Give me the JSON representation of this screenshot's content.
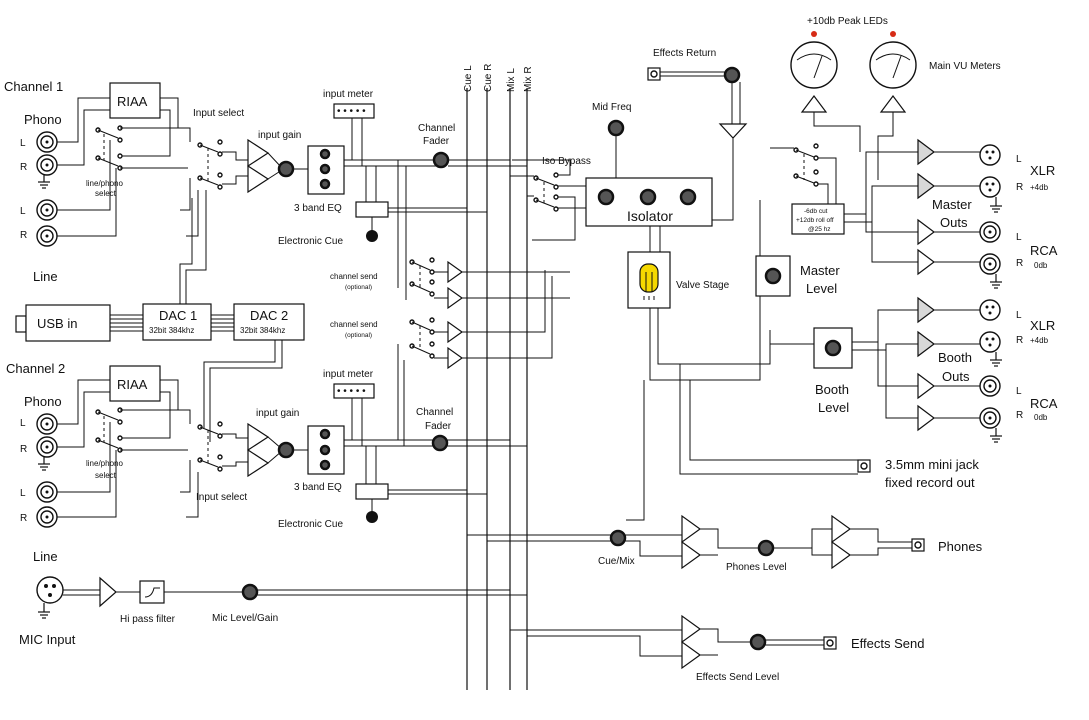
{
  "channel1": {
    "title": "Channel 1",
    "phono": "Phono",
    "left": "L",
    "right": "R",
    "line": "Line",
    "riaa": "RIAA",
    "line_phono_select_1": "line/phono",
    "line_phono_select_2": "select",
    "input_select": "Input select",
    "input_gain": "input gain",
    "input_meter": "input meter",
    "eq": "3 band EQ",
    "electronic_cue": "Electronic Cue",
    "fader_1": "Channel",
    "fader_2": "Fader",
    "send_1": "channel send",
    "send_2": "(optional)"
  },
  "channel2": {
    "title": "Channel 2",
    "phono": "Phono",
    "left": "L",
    "right": "R",
    "line": "Line",
    "riaa": "RIAA",
    "line_phono_select_1": "line/phono",
    "line_phono_select_2": "select",
    "input_select": "Input select",
    "input_gain": "input gain",
    "input_meter": "input meter",
    "eq": "3 band EQ",
    "electronic_cue": "Electronic Cue",
    "fader_1": "Channel",
    "fader_2": "Fader",
    "send_1": "channel send",
    "send_2": "(optional)"
  },
  "digital": {
    "usb": "USB in",
    "dac1": "DAC 1",
    "dac1_spec": "32bit 384khz",
    "dac2": "DAC 2",
    "dac2_spec": "32bit 384khz"
  },
  "buses": [
    "Cue L",
    "Cue R",
    "Mix L",
    "Mix R"
  ],
  "effects_return": "Effects Return",
  "mid_freq": "Mid Freq",
  "iso_bypass": "Iso Bypass",
  "isolator": "Isolator",
  "valve_stage": "Valve Stage",
  "master": {
    "level_1": "Master",
    "level_2": "Level",
    "peak_leds": "+10db Peak LEDs",
    "vu_meters": "Main VU Meters",
    "outs_1": "Master",
    "outs_2": "Outs",
    "switch_1": "-6db cut",
    "switch_2": "+12db roll off",
    "switch_3": "@25 hz",
    "xlr": "XLR",
    "xlr_level": "+4db",
    "rca": "RCA",
    "rca_level": "0db",
    "left": "L",
    "right": "R"
  },
  "booth": {
    "level_1": "Booth",
    "level_2": "Level",
    "outs_1": "Booth",
    "outs_2": "Outs",
    "xlr": "XLR",
    "xlr_level": "+4db",
    "rca": "RCA",
    "rca_level": "0db",
    "left": "L",
    "right": "R"
  },
  "record": {
    "line_1": "3.5mm mini jack",
    "line_2": "fixed record out"
  },
  "cue_mix": "Cue/Mix",
  "phones_level": "Phones Level",
  "phones": "Phones",
  "effects_send": "Effects Send",
  "effects_send_level": "Effects Send Level",
  "mic": {
    "input": "MIC Input",
    "hi_pass": "Hi pass filter",
    "level_gain": "Mic Level/Gain"
  }
}
